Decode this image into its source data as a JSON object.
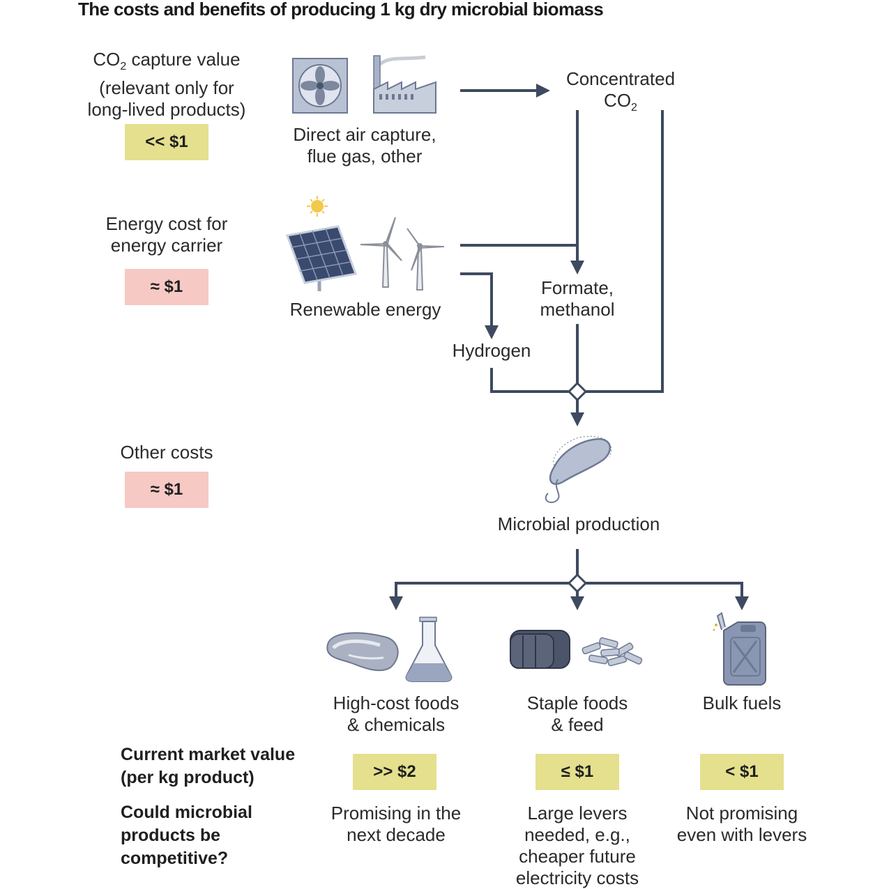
{
  "title": "The costs and benefits of producing 1 kg dry microbial biomass",
  "left_costs": {
    "co2": {
      "line1": "CO",
      "line1_sub": "2",
      "line1_rest": " capture value",
      "line2": "(relevant only for",
      "line3": "long-lived products)",
      "value": "<< $1"
    },
    "energy": {
      "line1": "Energy cost for",
      "line2": "energy carrier",
      "value": "≈ $1"
    },
    "other": {
      "line1": "Other costs",
      "value": "≈ $1"
    }
  },
  "nodes": {
    "capture": {
      "line1": "Direct air capture,",
      "line2": "flue gas, other"
    },
    "co2": {
      "line1": "Concentrated",
      "line2": "CO",
      "line2_sub": "2"
    },
    "renewable": {
      "label": "Renewable energy"
    },
    "formate": {
      "line1": "Formate,",
      "line2": "methanol"
    },
    "hydrogen": {
      "label": "Hydrogen"
    },
    "microbial": {
      "label": "Microbial production"
    }
  },
  "products": [
    {
      "line1": "High-cost foods",
      "line2": "& chemicals",
      "value": ">> $2",
      "verdict": [
        "Promising in the",
        "next decade"
      ]
    },
    {
      "line1": "Staple foods",
      "line2": "& feed",
      "value": "≤ $1",
      "verdict": [
        "Large levers",
        "needed, e.g.,",
        "cheaper future",
        "electricity costs"
      ]
    },
    {
      "line1": "Bulk fuels",
      "line2": "",
      "value": "< $1",
      "verdict": [
        "Not promising",
        "even with levers"
      ]
    }
  ],
  "row_labels": {
    "market_line1": "Current market value",
    "market_line2": "(per kg product)",
    "compete_line1": "Could microbial",
    "compete_line2": "products be",
    "compete_line3": "competitive?"
  },
  "colors": {
    "value_yellow": "#e4e08e",
    "value_pink": "#f6c9c4",
    "flow_line": "#3d4a60",
    "icon_blue": "#8a97b3"
  }
}
